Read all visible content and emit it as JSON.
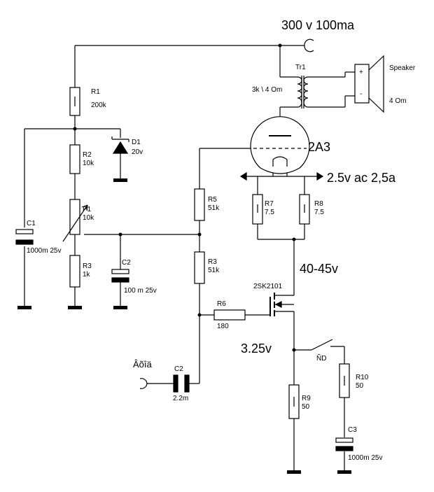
{
  "supply": {
    "text": "300 v 100ma"
  },
  "tube": {
    "name": "2A3",
    "filament": "2.5v ac 2,5a"
  },
  "transformer": {
    "ref": "Tr1",
    "ratio": "3k \\ 4 Om"
  },
  "speaker": {
    "name": "Speaker",
    "impedance": "4 Om"
  },
  "notes": {
    "bias_voltage": "40-45v",
    "source_voltage": "3.25v"
  },
  "input": {
    "label": "Âõîä"
  },
  "switch": {
    "label": "ÑD"
  },
  "mosfet": {
    "name": "2SK2101"
  },
  "components": {
    "R1": {
      "ref": "R1",
      "value": "200k"
    },
    "R2": {
      "ref": "R2",
      "value": "10k"
    },
    "R3a": {
      "ref": "R3",
      "value": "1k"
    },
    "R3b": {
      "ref": "R3",
      "value": "51k"
    },
    "R5": {
      "ref": "R5",
      "value": "51k"
    },
    "R6": {
      "ref": "R6",
      "value": "180"
    },
    "R7": {
      "ref": "R7",
      "value": "7.5"
    },
    "R8": {
      "ref": "R8",
      "value": "7.5"
    },
    "R9": {
      "ref": "R9",
      "value": "50"
    },
    "R10": {
      "ref": "R10",
      "value": "50"
    },
    "P1": {
      "ref": "P1",
      "value": "10k"
    },
    "D1": {
      "ref": "D1",
      "value": "20v"
    },
    "C1": {
      "ref": "C1",
      "value": "1000m 25v"
    },
    "C2a": {
      "ref": "C2",
      "value": "100  m 25v"
    },
    "C2b": {
      "ref": "C2",
      "value": "2.2m"
    },
    "C3": {
      "ref": "C3",
      "value": "1000m 25v"
    }
  }
}
